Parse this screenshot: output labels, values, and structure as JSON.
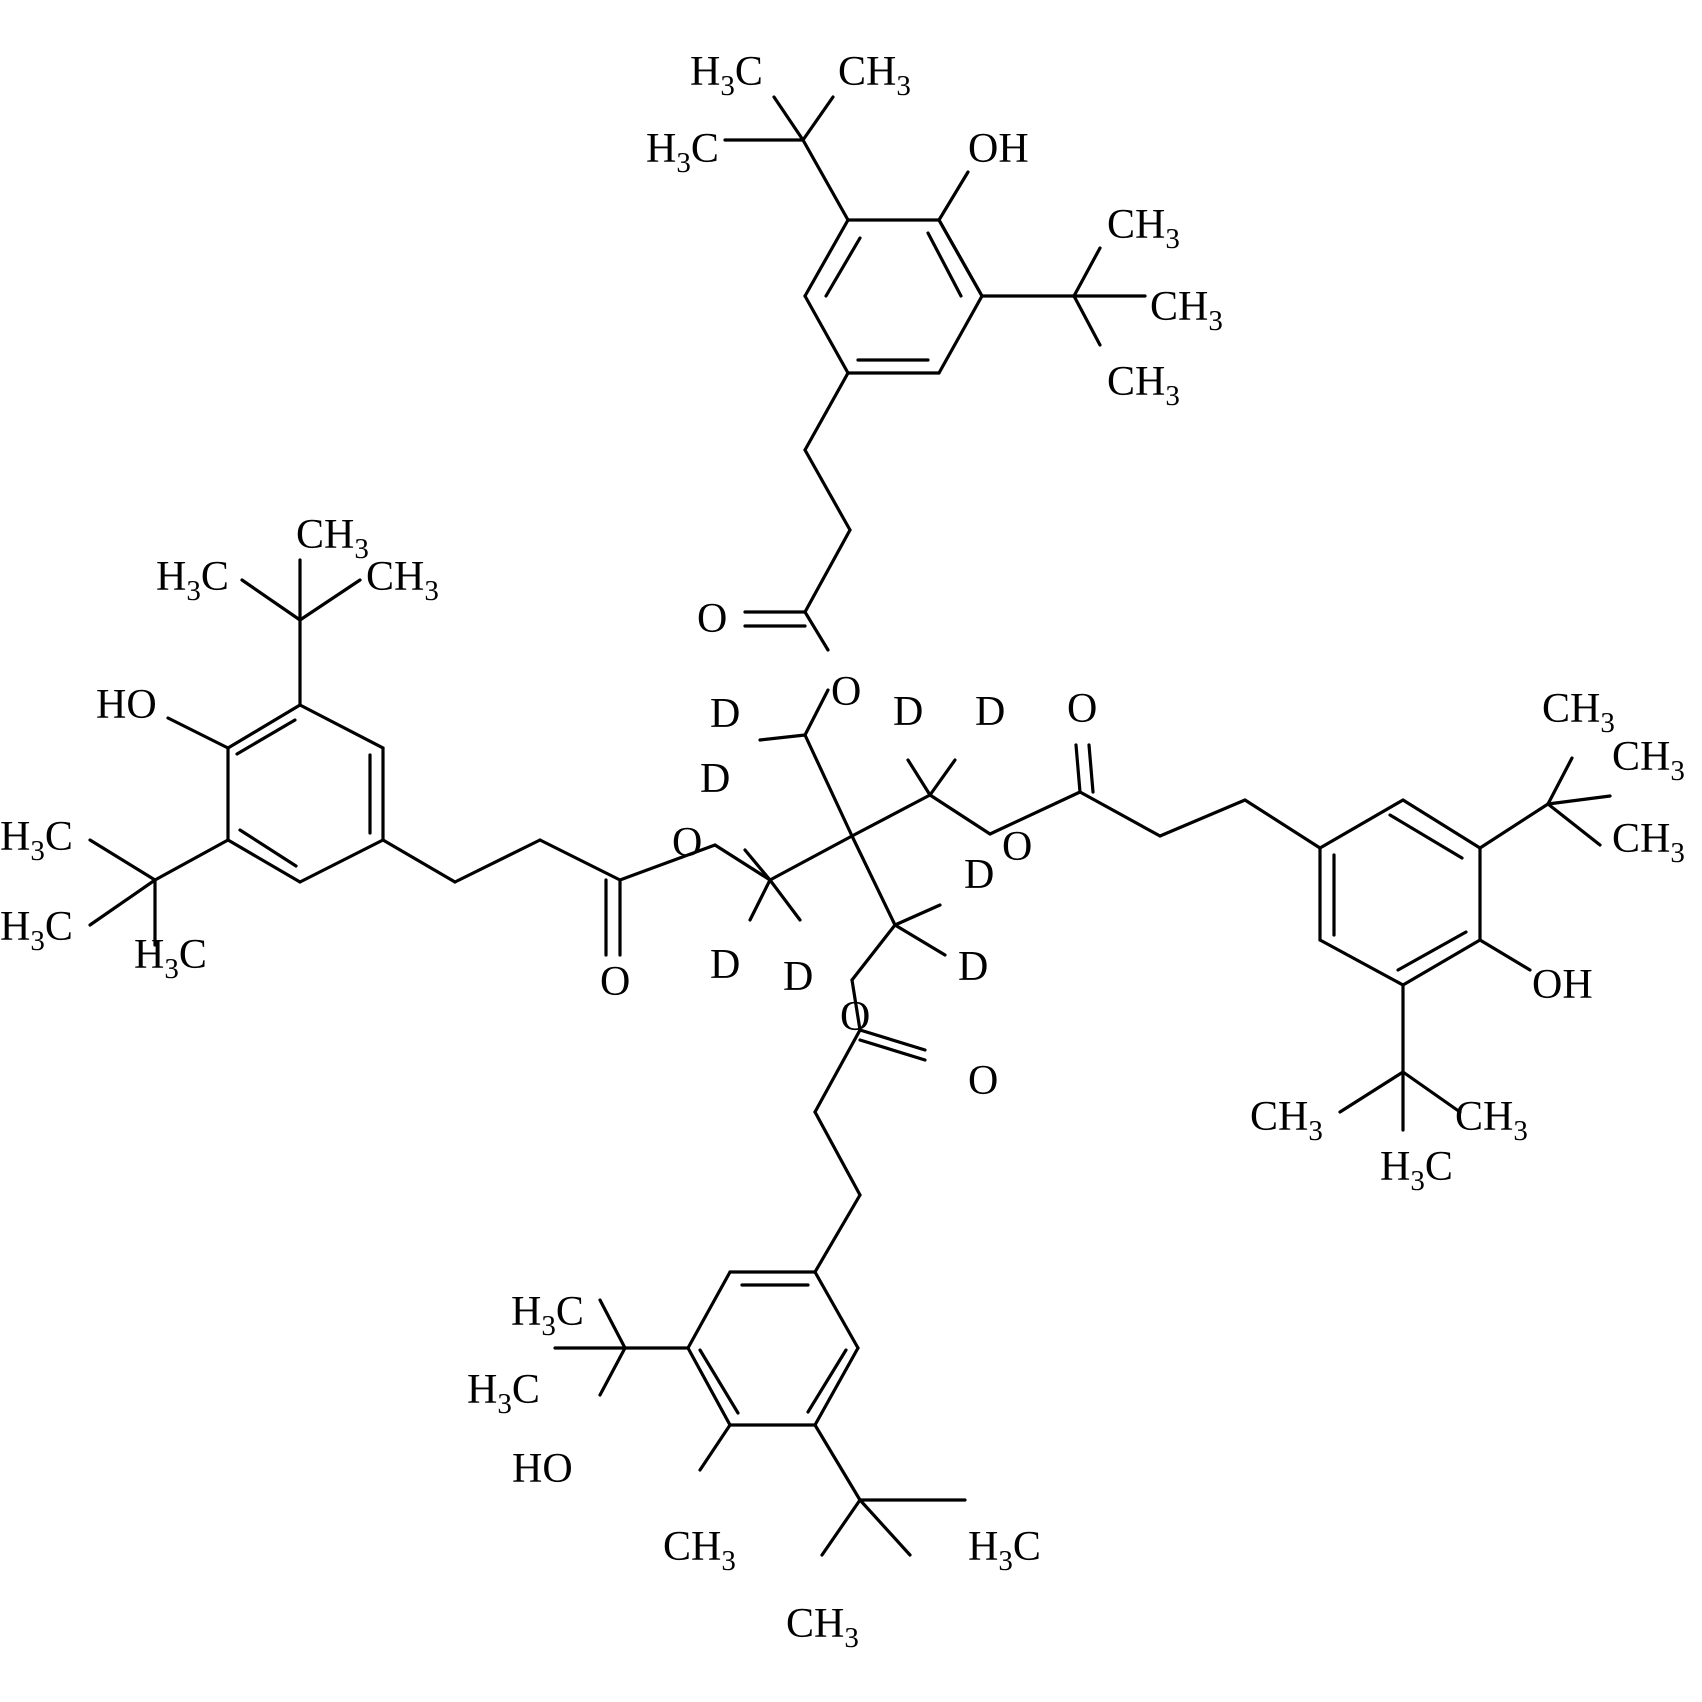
{
  "diagram": {
    "type": "chemical-structure",
    "atom_labels": [
      {
        "id": "a1",
        "main": "H",
        "sub": "3",
        "tail": "C"
      },
      {
        "id": "a2",
        "main": "CH",
        "sub": "3",
        "tail": ""
      },
      {
        "id": "a3",
        "main": "H",
        "sub": "3",
        "tail": "C"
      },
      {
        "id": "a4",
        "main": "OH",
        "sub": "",
        "tail": ""
      },
      {
        "id": "a5",
        "main": "CH",
        "sub": "3",
        "tail": ""
      },
      {
        "id": "a6",
        "main": "CH",
        "sub": "3",
        "tail": ""
      },
      {
        "id": "a7",
        "main": "CH",
        "sub": "3",
        "tail": ""
      },
      {
        "id": "a8",
        "main": "O",
        "sub": "",
        "tail": ""
      },
      {
        "id": "a9",
        "main": "O",
        "sub": "",
        "tail": ""
      },
      {
        "id": "a10",
        "main": "D",
        "sub": "",
        "tail": ""
      },
      {
        "id": "a11",
        "main": "D",
        "sub": "",
        "tail": ""
      },
      {
        "id": "a12",
        "main": "D",
        "sub": "",
        "tail": ""
      },
      {
        "id": "a13",
        "main": "D",
        "sub": "",
        "tail": ""
      },
      {
        "id": "a14",
        "main": "O",
        "sub": "",
        "tail": ""
      },
      {
        "id": "a15",
        "main": "CH",
        "sub": "3",
        "tail": ""
      },
      {
        "id": "a16",
        "main": "H",
        "sub": "3",
        "tail": "C"
      },
      {
        "id": "a17",
        "main": "CH",
        "sub": "3",
        "tail": ""
      },
      {
        "id": "a18",
        "main": "HO",
        "sub": "",
        "tail": ""
      },
      {
        "id": "a19",
        "main": "CH",
        "sub": "3",
        "tail": ""
      },
      {
        "id": "a20",
        "main": "H",
        "sub": "3",
        "tail": "C"
      },
      {
        "id": "a21",
        "main": "CH",
        "sub": "3",
        "tail": ""
      },
      {
        "id": "a22",
        "main": "H",
        "sub": "3",
        "tail": "C"
      },
      {
        "id": "a23",
        "main": "CH",
        "sub": "3",
        "tail": ""
      },
      {
        "id": "a24",
        "main": "O",
        "sub": "",
        "tail": ""
      },
      {
        "id": "a25",
        "main": "O",
        "sub": "",
        "tail": ""
      },
      {
        "id": "a26",
        "main": "O",
        "sub": "",
        "tail": ""
      },
      {
        "id": "a27",
        "main": "D",
        "sub": "",
        "tail": ""
      },
      {
        "id": "a28",
        "main": "D",
        "sub": "",
        "tail": ""
      },
      {
        "id": "a29",
        "main": "D",
        "sub": "",
        "tail": ""
      },
      {
        "id": "a30",
        "main": "D",
        "sub": "",
        "tail": ""
      },
      {
        "id": "a31",
        "main": "OH",
        "sub": "",
        "tail": ""
      },
      {
        "id": "a32",
        "main": "O",
        "sub": "",
        "tail": ""
      },
      {
        "id": "a33",
        "main": "O",
        "sub": "",
        "tail": ""
      },
      {
        "id": "a34",
        "main": "H",
        "sub": "3",
        "tail": "C"
      },
      {
        "id": "a35",
        "main": "CH",
        "sub": "3",
        "tail": ""
      },
      {
        "id": "a36",
        "main": "CH",
        "sub": "3",
        "tail": ""
      },
      {
        "id": "a37",
        "main": "H",
        "sub": "3",
        "tail": "C"
      },
      {
        "id": "a38",
        "main": "H",
        "sub": "3",
        "tail": "C"
      },
      {
        "id": "a39",
        "main": "H",
        "sub": "3",
        "tail": "C"
      },
      {
        "id": "a40",
        "main": "HO",
        "sub": "",
        "tail": ""
      },
      {
        "id": "a41",
        "main": "CH",
        "sub": "3",
        "tail": ""
      },
      {
        "id": "a42",
        "main": "H",
        "sub": "3",
        "tail": "C"
      },
      {
        "id": "a43",
        "main": "CH",
        "sub": "3",
        "tail": ""
      }
    ]
  }
}
